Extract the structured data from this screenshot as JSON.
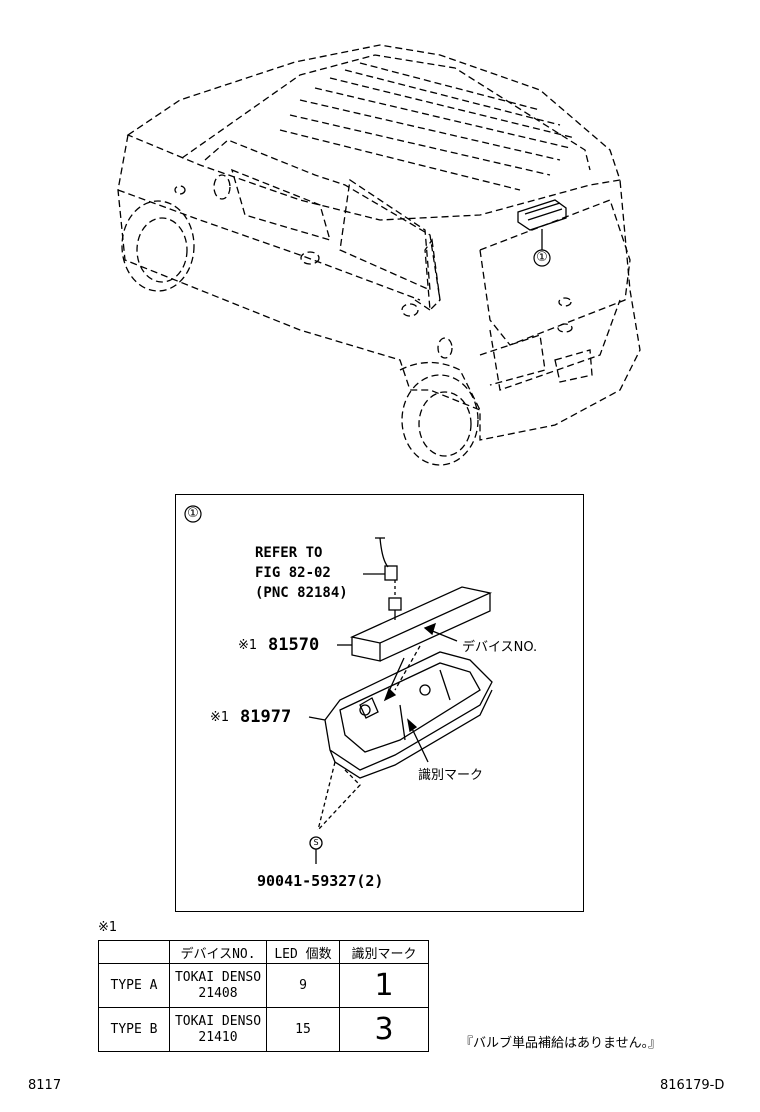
{
  "callout_marker": "①",
  "detail": {
    "marker": "①",
    "refer_lines": [
      "REFER TO",
      "FIG 82-02",
      "(PNC 82184)"
    ],
    "parts": [
      {
        "prefix": "※1",
        "number": "81570"
      },
      {
        "prefix": "※1",
        "number": "81977"
      }
    ],
    "screw": {
      "symbol": "S",
      "number": "90041-59327(2)"
    },
    "device_label": "デバイスNO.",
    "mark_label": "識別マーク"
  },
  "table": {
    "note": "※1",
    "headers": [
      "",
      "デバイスNO.",
      "LED 個数",
      "識別マーク"
    ],
    "rows": [
      {
        "type": "TYPE A",
        "device": [
          "TOKAI DENSO",
          "21408"
        ],
        "led": "9",
        "mark": "1"
      },
      {
        "type": "TYPE B",
        "device": [
          "TOKAI DENSO",
          "21410"
        ],
        "led": "15",
        "mark": "3"
      }
    ]
  },
  "remark": "『バルブ単品補給はありません。』",
  "footer": {
    "left": "8117",
    "right": "816179-D"
  }
}
